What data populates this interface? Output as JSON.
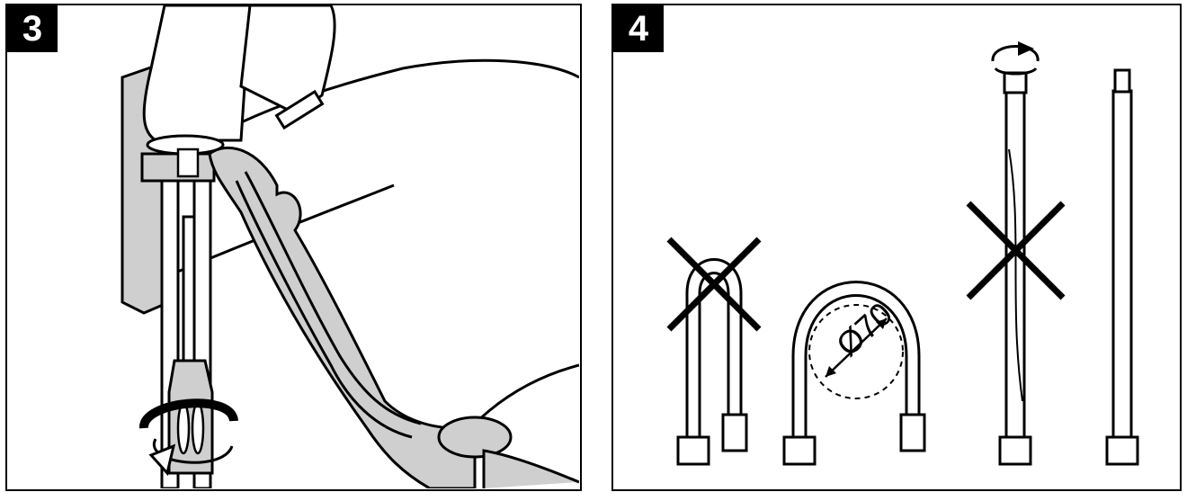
{
  "panels": [
    {
      "step": "3"
    },
    {
      "step": "4",
      "dimension_label": "Ø70"
    }
  ],
  "colors": {
    "line": "#000000",
    "fill_gray": "#cfcfcf",
    "background": "#ffffff"
  },
  "icons": [
    "rotate-arrow-icon",
    "cross-mark-icon",
    "screwdriver-icon",
    "spanner-icon"
  ]
}
